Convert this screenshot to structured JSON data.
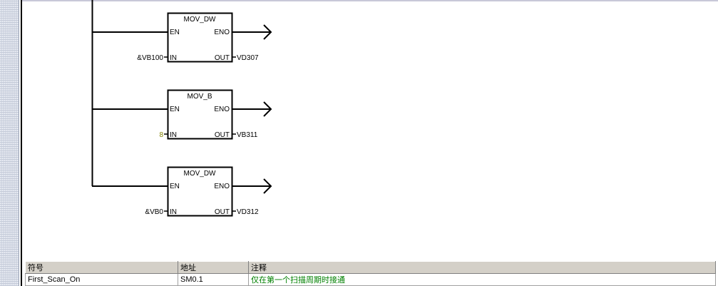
{
  "ladder": {
    "blocks": [
      {
        "title": "MOV_DW",
        "en": "EN",
        "eno": "ENO",
        "in_pin": "IN",
        "out_pin": "OUT",
        "input": "&VB100",
        "output": "VD307",
        "input_is_constant": false
      },
      {
        "title": "MOV_B",
        "en": "EN",
        "eno": "ENO",
        "in_pin": "IN",
        "out_pin": "OUT",
        "input": "8",
        "output": "VB311",
        "input_is_constant": true
      },
      {
        "title": "MOV_DW",
        "en": "EN",
        "eno": "ENO",
        "in_pin": "IN",
        "out_pin": "OUT",
        "input": "&VB0",
        "output": "VD312",
        "input_is_constant": false
      }
    ],
    "colors": {
      "line": "#000000",
      "constant": "#808000",
      "comment": "#008000"
    }
  },
  "symbol_table": {
    "headers": {
      "symbol": "符号",
      "address": "地址",
      "comment": "注释"
    },
    "rows": [
      {
        "symbol": "First_Scan_On",
        "address": "SM0.1",
        "comment": "仅在第一个扫描周期时接通"
      }
    ]
  }
}
